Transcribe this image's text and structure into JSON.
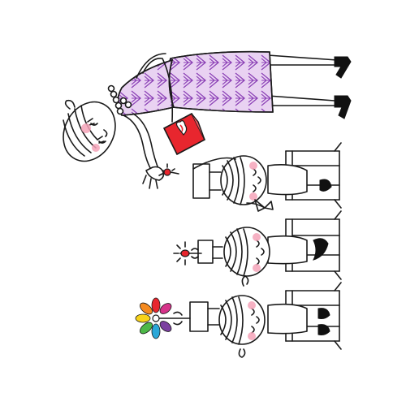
{
  "image": {
    "kind": "illustration",
    "colors": {
      "background": "#ffffff",
      "ink": "#1a1a1a",
      "dress": "#e9d2f2",
      "dress_pattern": "#8a3fb5",
      "cheek": "#f4a3b8",
      "gift_box": "#e8262e",
      "flower_red": "#e8262e",
      "petals": [
        "#e8262e",
        "#f58a1f",
        "#f7d21a",
        "#4db848",
        "#2aa7d8",
        "#7b3fa0",
        "#d6338a"
      ]
    },
    "icons": [
      "teacher-figure",
      "gift-box",
      "red-flower",
      "student-figure",
      "chair",
      "desk",
      "rainbow-flower",
      "bow"
    ]
  }
}
